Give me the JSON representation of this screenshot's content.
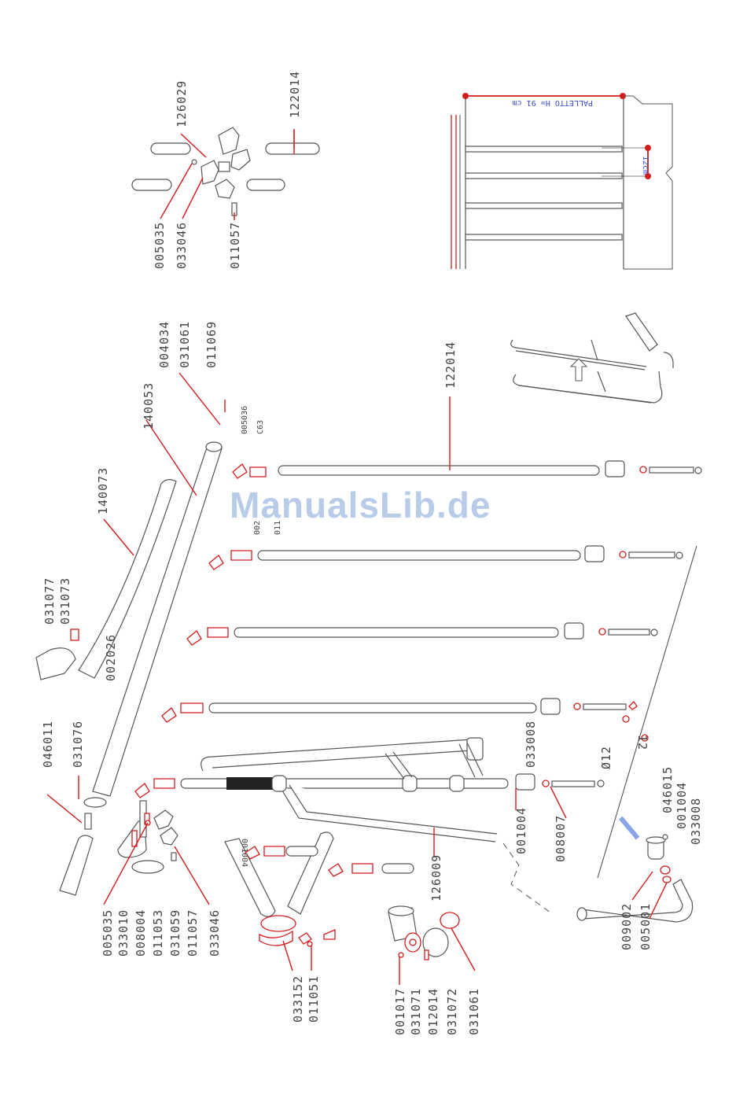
{
  "watermark": "ManualsLib.de",
  "labels": {
    "l126029": "126029",
    "l122014_top": "122014",
    "l005035_top": "005035",
    "l033046_top": "033046",
    "l011057_top": "011057",
    "l004034": "004034",
    "l031061_top": "031061",
    "l011069": "011069",
    "l140053": "140053",
    "l140073": "140073",
    "l122014_mid": "122014",
    "l005036": "005036",
    "lC63": "C63",
    "l002": "002",
    "l011": "011",
    "l031077": "031077",
    "l031073": "031073",
    "l002026": "002026",
    "l046011": "046011",
    "l031076": "031076",
    "l033008_a": "033008",
    "l012_a": "Ø12",
    "l001004_mid": "001004",
    "l001004_b": "001004",
    "l008007": "008007",
    "l126009": "126009",
    "l12_b": "12",
    "l046015": "046015",
    "l001004_c": "001004",
    "l033008_b": "033008",
    "l009002": "009002",
    "l005001": "005001",
    "l005035_bot": "005035",
    "l033010": "033010",
    "l008004": "008004",
    "l011053": "011053",
    "l031059": "031059",
    "l011057_bot": "011057",
    "l033046_bot": "033046",
    "l033152": "033152",
    "l011051": "011051",
    "l001017": "001017",
    "l031071": "031071",
    "l012014": "012014",
    "l031072": "031072",
    "l031061_bot": "031061"
  },
  "notes": {
    "pallet_height": "PALLETTO H= 91 cm",
    "spacing": "12cm"
  },
  "colors": {
    "line": "#555555",
    "lead": "#d21c1c",
    "note": "#3a4fc4"
  }
}
